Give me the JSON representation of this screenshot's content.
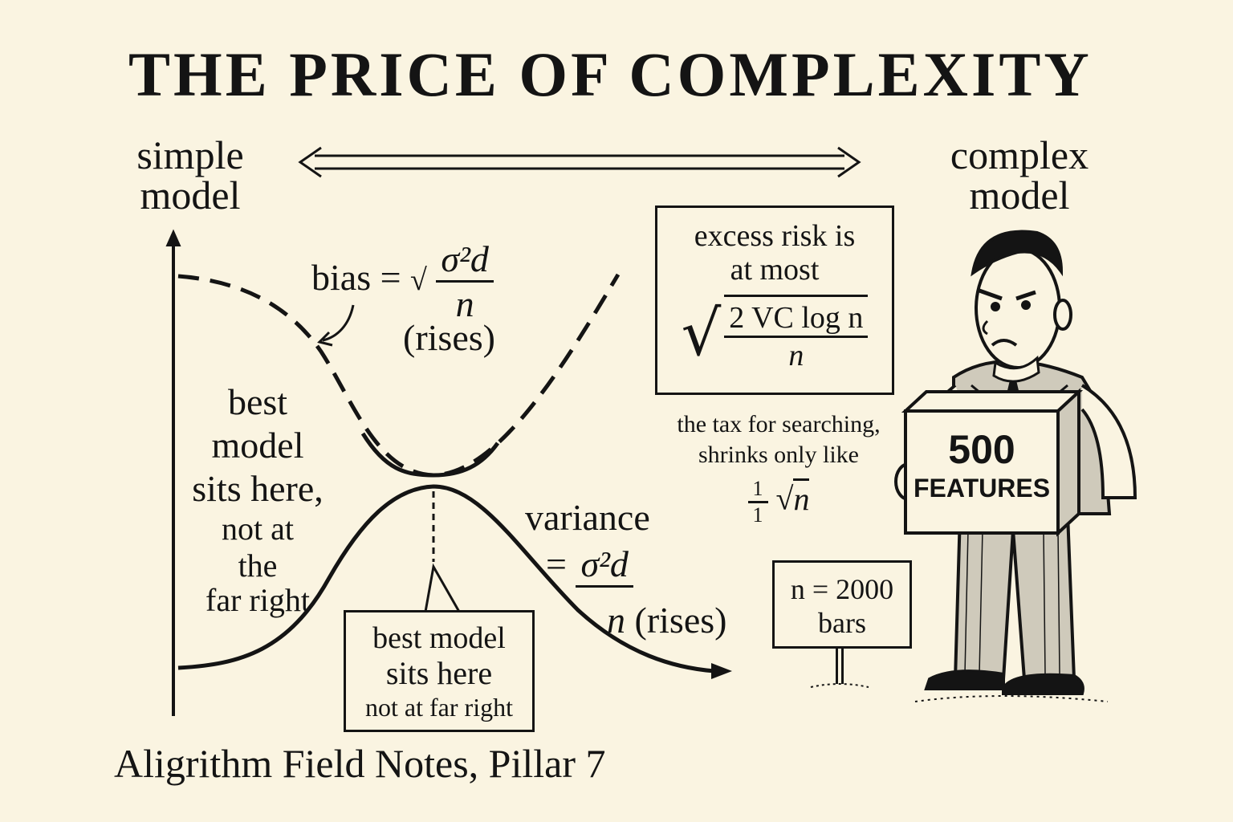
{
  "title": "THE PRICE OF COMPLEXITY",
  "axis_ends": {
    "left": [
      "simple",
      "model"
    ],
    "right": [
      "complex",
      "model"
    ]
  },
  "bias_label": {
    "prefix": "bias =",
    "numerator": "σ²d",
    "denominator": "n",
    "note": "(rises)"
  },
  "variance_label": {
    "word": "variance",
    "equals": "=",
    "numerator": "σ²d",
    "denominator": "n",
    "note": "(rises)"
  },
  "left_note": [
    "best",
    "model",
    "sits here,",
    "not at",
    "the",
    "far right"
  ],
  "callout_box": [
    "best model",
    "sits here",
    "not at far right"
  ],
  "risk_box": {
    "line1": "excess risk is",
    "line2": "at most",
    "numerator": "2 VC log n",
    "denominator": "n"
  },
  "tax_note": {
    "line1": "the tax for searching,",
    "line2": "shrinks only like",
    "frac_num": "1",
    "frac_den": "1",
    "root": "n"
  },
  "man_box": {
    "line1": "500",
    "line2": "FEATURES"
  },
  "sign": {
    "line1": "n = 2000",
    "line2": "bars"
  },
  "footer": "Aligrithm Field Notes, Pillar 7"
}
